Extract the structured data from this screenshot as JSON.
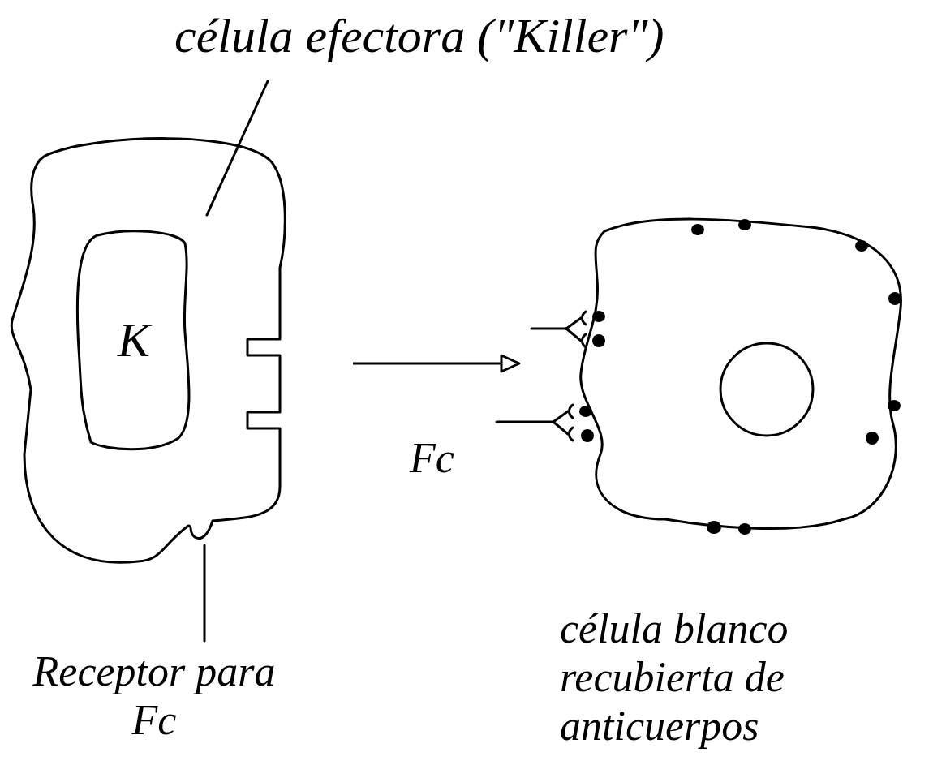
{
  "diagram": {
    "nodes": [
      {
        "text": [
          "célula efectora (\"Killer\")"
        ]
      },
      {
        "text": [
          "K"
        ],
        "in": 0
      },
      {
        "text": [
          "célula blanco recubierta de anticuerpos"
        ]
      }
    ],
    "edges": [
      {
        "from": 0,
        "to": 2,
        "arrow": "to"
      }
    ],
    "labels": [
      "Receptor para Fc",
      "Fc"
    ]
  }
}
